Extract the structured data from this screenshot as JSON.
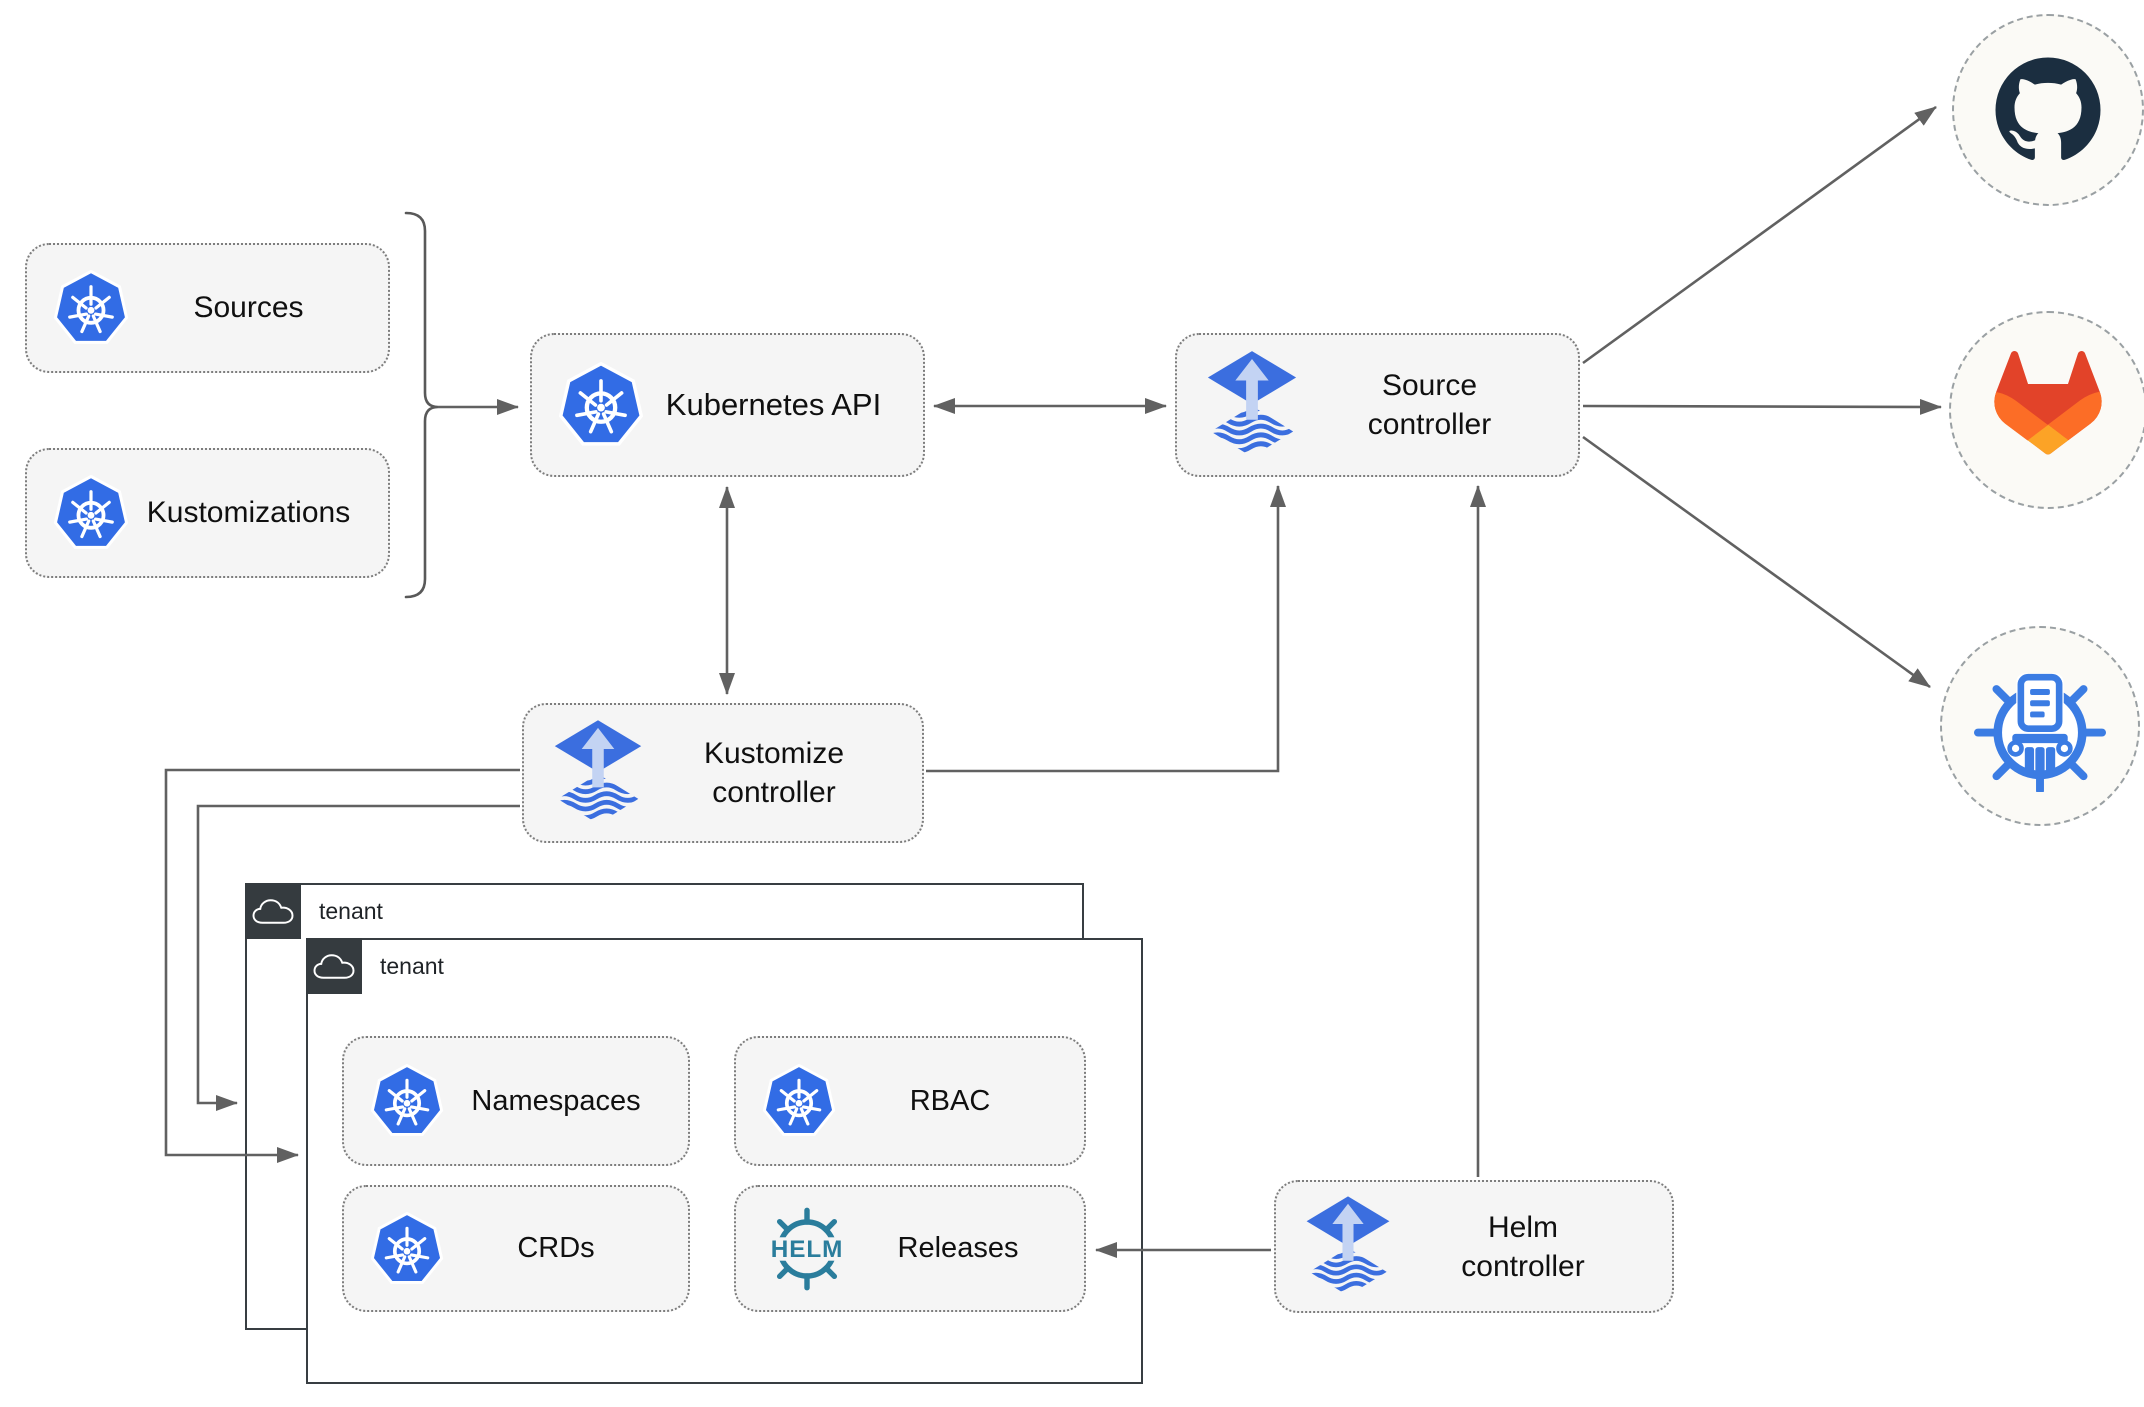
{
  "nodes": {
    "sources": {
      "label": "Sources"
    },
    "kustomizations": {
      "label": "Kustomizations"
    },
    "kubernetes_api": {
      "label": "Kubernetes API"
    },
    "source_controller": {
      "line1": "Source",
      "line2": "controller"
    },
    "kustomize_controller": {
      "line1": "Kustomize",
      "line2": "controller"
    },
    "helm_controller": {
      "line1": "Helm",
      "line2": "controller"
    },
    "tenant_outer": {
      "label": "tenant"
    },
    "tenant_inner": {
      "label": "tenant"
    },
    "namespaces": {
      "label": "Namespaces"
    },
    "rbac": {
      "label": "RBAC"
    },
    "crds": {
      "label": "CRDs"
    },
    "releases": {
      "label": "Releases",
      "icon_text": "HELM"
    }
  },
  "icons": {
    "sources": "kubernetes",
    "kustomizations": "kubernetes",
    "kubernetes_api": "kubernetes",
    "source_controller": "flux",
    "kustomize_controller": "flux",
    "helm_controller": "flux",
    "tenant": "cloud",
    "namespaces": "kubernetes",
    "rbac": "kubernetes",
    "crds": "kubernetes",
    "releases": "helm-wheel",
    "external_top": "github-octocat",
    "external_middle": "gitlab-tanuki",
    "external_bottom": "chartmuseum-wheel"
  },
  "colors": {
    "kubernetes_blue": "#326ce5",
    "flux_blue": "#3b6edf",
    "flux_arrow_light": "#c3d3f3",
    "helm_teal": "#2a7d9c",
    "github_dark": "#1b2e40",
    "gitlab_red": "#e24329",
    "gitlab_orange": "#fc6d26",
    "gitlab_amber": "#fca326",
    "chartmuseum_blue": "#3b7ce3",
    "edge_gray": "#616161",
    "node_fill": "#f5f5f5",
    "tenant_border": "#383e42",
    "badge_bg": "#353b3f"
  }
}
